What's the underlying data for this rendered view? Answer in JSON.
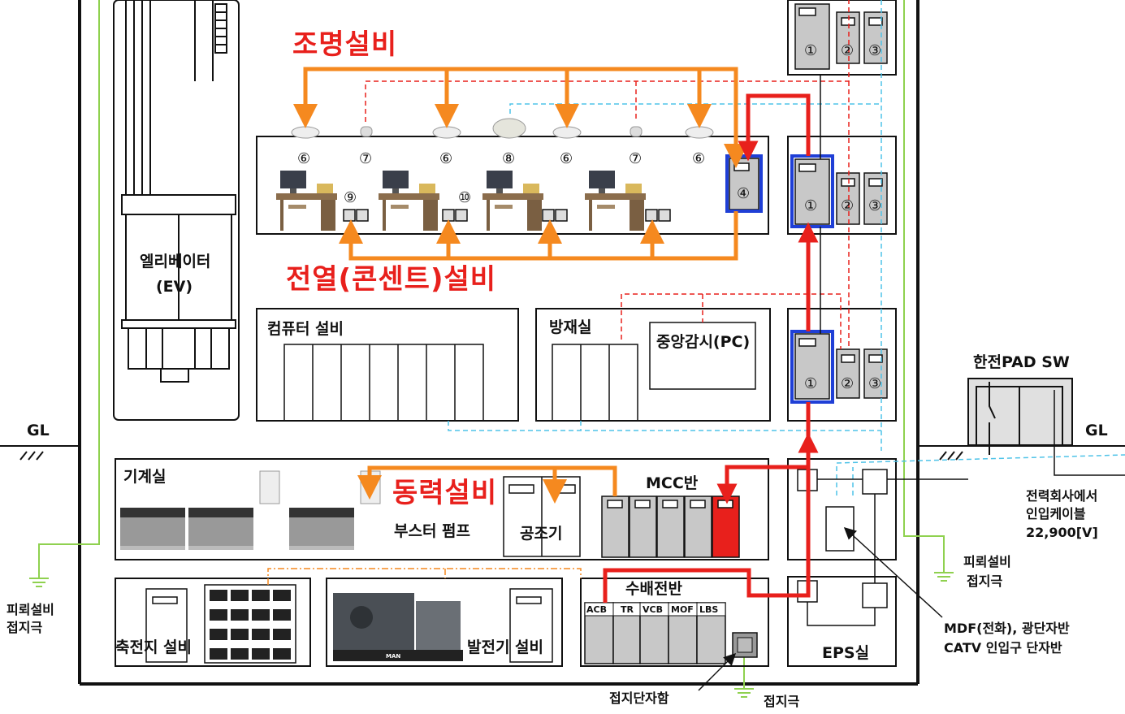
{
  "systems": {
    "lighting": "조명설비",
    "outlet": "전열(콘센트)설비",
    "power": "동력설비"
  },
  "rooms": {
    "elevator": "엘리베이터",
    "elevator_sub": "(EV)",
    "computer": "컴퓨터 설비",
    "disaster": "방재실",
    "central": "중앙감시(PC)",
    "machine": "기계실",
    "booster": "부스터 펌프",
    "ahu": "공조기",
    "mcc": "MCC반",
    "substation": "수배전반",
    "battery": "축전지 설비",
    "generator": "발전기 설비",
    "eps": "EPS실"
  },
  "labels": {
    "gl": "GL",
    "lightning_ground": "피뢰설비\n접지극",
    "lightning_ground_right_1": "피뢰설비",
    "lightning_ground_right_2": "접지극",
    "kepco_pad": "한전PAD SW",
    "incoming_1": "전력회사에서",
    "incoming_2": "인입케이블",
    "incoming_3": "22,900[V]",
    "mdf_1": "MDF(전화), 광단자반",
    "mdf_2": "CATV 인입구 단자반",
    "ground_box": "접지단자함",
    "ground_electrode": "접지극",
    "generator_brand": "MAN"
  },
  "switchgear_panels": [
    "ACB",
    "TR",
    "VCB",
    "MOF",
    "LBS"
  ],
  "panel_numbers": {
    "n1": "①",
    "n2": "②",
    "n3": "③",
    "n4": "④",
    "n6": "⑥",
    "n7": "⑦",
    "n8": "⑧",
    "n9": "⑨",
    "n10": "⑩"
  },
  "colors": {
    "lighting_line": "#f5891f",
    "power_line": "#e8201c",
    "signal_dash": "#e8201c",
    "comm_dash": "#4fc3e8",
    "ground_line": "#8fd14f",
    "highlight_box": "#1f3fd6",
    "panel_gray": "#c8c8c8"
  }
}
